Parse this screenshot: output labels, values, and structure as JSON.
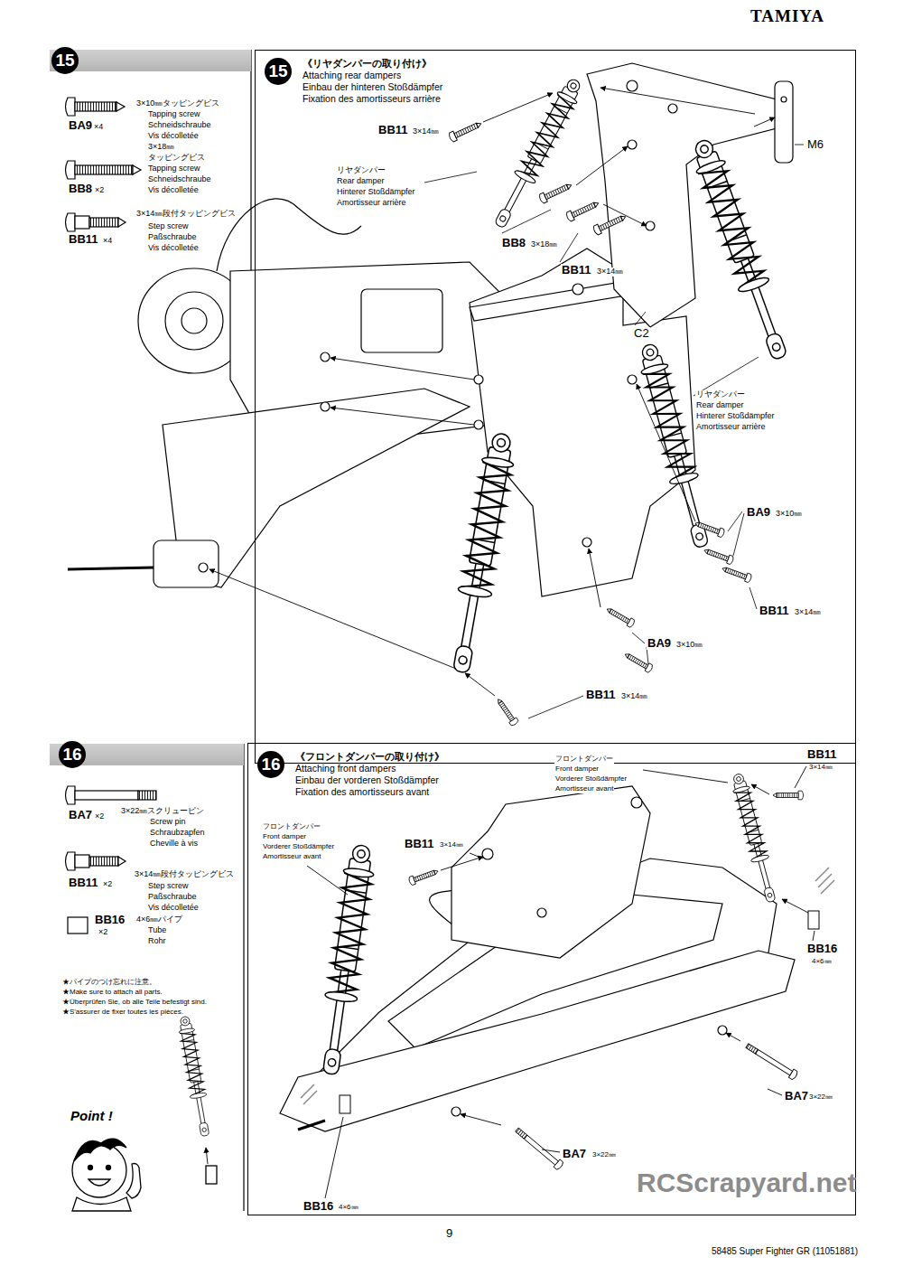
{
  "diagram": {
    "nodes": [
      {
        "text": [
          "15"
        ]
      },
      {
        "text": [
          "15",
          "《リヤダンパーの取り付け》",
          "Attaching rear dampers",
          "Einbau der hinteren Stoßdämpfer",
          "Fixation des amortisseurs arrière"
        ]
      },
      {
        "text": [
          "16"
        ]
      },
      {
        "text": [
          "16",
          "《フロントダンパーの取り付け》",
          "Attaching front dampers",
          "Einbau der vorderen Stoßdämpfer",
          "Fixation des amortisseurs avant"
        ]
      }
    ],
    "labels": [
      "TAMIYA",
      "3×10㎜タッピングビス",
      "Tapping screw",
      "Schneidschraube",
      "Vis décolletée",
      "BA9",
      "×4",
      "3×18㎜",
      "タッピングビス",
      "Tapping screw",
      "Schneidschraube",
      "Vis décolletée",
      "BB8",
      "×2",
      "3×14㎜段付タッピングビス",
      "Step screw",
      "Paßschraube",
      "Vis décolletée",
      "BB11",
      "×4",
      "BB11",
      "3×14㎜",
      "リヤダンパー",
      "Rear damper",
      "Hinterer Stoßdämpfer",
      "Amortisseur arrière",
      "BB8",
      "3×18㎜",
      "BB11",
      "3×14㎜",
      "C2",
      "M6",
      "リヤダンパー",
      "Rear damper",
      "Hinterer Stoßdämpfer",
      "Amortisseur arrière",
      "BA9",
      "3×10㎜",
      "BB11",
      "3×14㎜",
      "BA9",
      "3×10㎜",
      "BB11",
      "3×14㎜",
      "3×22㎜スクリューピン",
      "Screw pin",
      "Schraubzapfen",
      "Cheville à vis",
      "BA7",
      "×2",
      "3×14㎜段付タッピングビス",
      "Step screw",
      "Paßschraube",
      "Vis décolletée",
      "BB11",
      "×2",
      "BB16",
      "×2",
      "4×6㎜パイプ",
      "Tube",
      "Rohr",
      "★パイプのつけ忘れに注意。",
      "★Make sure to attach all parts.",
      "★Überprüfen Sie, ob alle Teile befestigt sind.",
      "★S'assurer de fixer toutes les pièces.",
      "Point !",
      "フロントダンパー",
      "Front damper",
      "Vorderer Stoßdämpfer",
      "Amortisseur avant",
      "BB11",
      "3×14㎜",
      "フロントダンパー",
      "Front damper",
      "Vorderer Stoßdämpfer",
      "Amortisseur avant",
      "BB11",
      "3×14㎜",
      "BB16",
      "4×6㎜",
      "BA7",
      "3×22㎜",
      "BA7",
      "3×22㎜",
      "BB16",
      "4×6㎜",
      "9",
      "58485 Super Fighter GR (11051881)",
      "RCScrapyard.net"
    ]
  }
}
